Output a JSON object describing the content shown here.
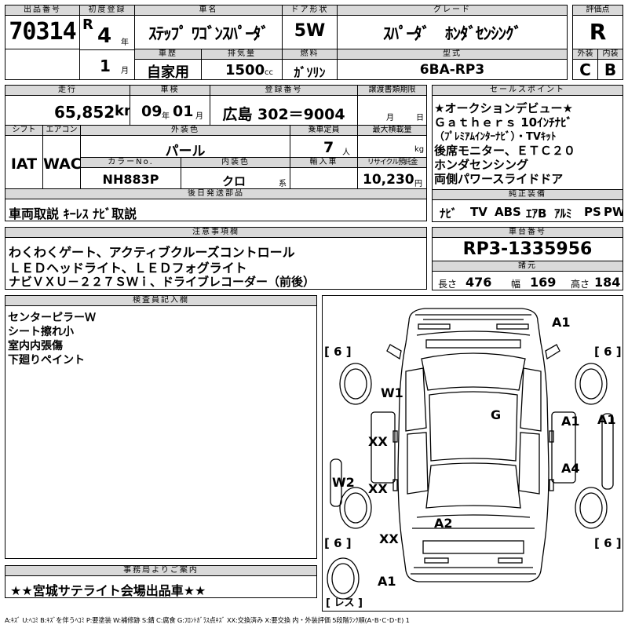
{
  "header": {
    "lot_no_label": "出品番号",
    "lot_no": "70314",
    "first_reg_label": "初度登録",
    "era": "R",
    "year": "4",
    "year_unit": "年",
    "month": "1",
    "month_unit": "月",
    "car_name_label": "車名",
    "car_name": "ｽﾃｯﾌﾟ ﾜｺﾞﾝｽﾊﾟｰﾀﾞ",
    "history_label": "車歴",
    "history": "自家用",
    "displacement_label": "排気量",
    "displacement": "1500",
    "displacement_unit": "cc",
    "door_label": "ドア形状",
    "door": "5W",
    "fuel_label": "燃料",
    "fuel": "ｶﾞｿﾘﾝ",
    "grade_label": "グレード",
    "grade": "ｽﾊﾟｰﾀﾞ　ﾎﾝﾀﾞｾﾝｼﾝｸﾞ",
    "model_label": "型式",
    "model": "6BA-RP3",
    "score_label": "評価点",
    "score": "R",
    "ext_label": "外装",
    "ext": "C",
    "int_label": "内装",
    "int": "B"
  },
  "row2": {
    "mileage_label": "走行",
    "mileage": "65,852",
    "mileage_unit": "km",
    "inspection_label": "車検",
    "insp_year": "09",
    "insp_year_unit": "年",
    "insp_month": "01",
    "insp_month_unit": "月",
    "plate_label": "登録番号",
    "plate": "広島 302＝9004",
    "transfer_label": "譲渡書類期限",
    "transfer_month_unit": "月",
    "transfer_day_unit": "日",
    "shift_label": "シフト",
    "shift": "IAT",
    "ac_label": "エアコン",
    "ac": "WAC",
    "color_label": "外装色",
    "color": "パール",
    "seats_label": "乗車定員",
    "seats": "7",
    "seats_unit": "人",
    "load_label": "最大積載量",
    "load_unit": "kg",
    "color_no_label": "カラーNo.",
    "color_no": "NH883P",
    "int_color_label": "内装色",
    "int_color": "クロ",
    "int_color_unit": "系",
    "import_label": "輸入車",
    "recycle_label": "リサイクル預託金",
    "recycle": "10,230",
    "recycle_unit": "円",
    "later_label": "後日発送部品",
    "later": "車両取説 ｷｰﾚｽ ﾅﾋﾞ取説"
  },
  "sales": {
    "label": "セールスポイント",
    "lines": [
      "★オークションデビュー★",
      "Ｇａｔｈｅｒｓ 10ｲﾝﾁﾅﾋﾞ",
      "（ﾌﾟﾚﾐｱﾑｲﾝﾀｰﾅﾋﾞ）・TVｷｯﾄ",
      "後席モニター、ＥＴＣ２０",
      "ホンダセンシング",
      "両側パワースライドドア"
    ]
  },
  "equipment": {
    "label": "純正装備",
    "items": [
      "ﾅﾋﾞ",
      "TV",
      "ABS",
      "ｴｱB",
      "ｱﾙﾐ",
      "PS",
      "PW"
    ]
  },
  "notes": {
    "label": "注意事項欄",
    "lines": [
      "わくわくゲート、アクティブクルーズコントロール",
      "ＬＥＤヘッドライト、ＬＥＤフォグライト",
      "ナビＶＸＵ－２２７ＳＷｉ、ドライブレコーダー（前後）"
    ]
  },
  "chassis": {
    "label": "車台番号",
    "value": "RP3-1335956",
    "spec_label": "諸元",
    "length_label": "長さ",
    "length": "476",
    "width_label": "幅",
    "width": "169",
    "height_label": "高さ",
    "height": "184"
  },
  "inspector": {
    "label": "検査員記入欄",
    "lines": [
      "センターピラーＷ",
      "シート擦れ小",
      "室内内張傷",
      "下廻りペイント"
    ]
  },
  "office": {
    "label": "事務局よりご案内",
    "value": "★★宮城サテライト会場出品車★★"
  },
  "diagram": {
    "tire_fl": "6",
    "tire_fr": "6",
    "tire_rl": "6",
    "tire_rr": "6",
    "spare": "レス",
    "marks": {
      "a1_top": "A1",
      "w1": "W1",
      "g": "G",
      "a1_mid": "A1",
      "a1_edge": "A1",
      "xx1": "XX",
      "a4": "A4",
      "w2": "W2",
      "xx2": "XX",
      "a2": "A2",
      "xx3": "XX",
      "a1_bottom": "A1"
    }
  },
  "legend": "A:ｷｽﾞ U:ﾍｺﾐ B:ｷｽﾞを伴うﾍｺﾐ P:要塗装 W:補修跡 S:錆 C:腐食 G:ﾌﾛﾝﾄｶﾞﾗｽ点ｷｽﾞ XX:交換済み X:要交換 内・外装評価 5段階ﾗﾝｸ順(A･B･C･D･E) 1"
}
